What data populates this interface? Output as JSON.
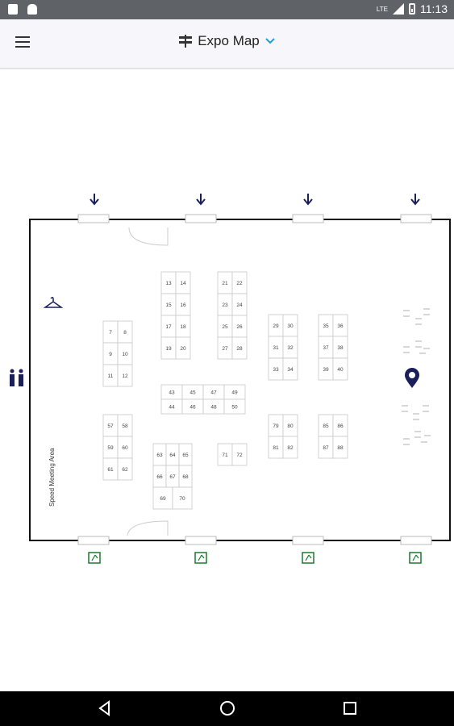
{
  "status_bar": {
    "time": "11:13",
    "network": "LTE"
  },
  "app_bar": {
    "title": "Expo Map"
  },
  "map": {
    "side_label": "Speed Meeting Area",
    "booth_columns": [
      {
        "rows": [
          [
            "13",
            "14"
          ],
          [
            "15",
            "16"
          ],
          [
            "17",
            "18"
          ],
          [
            "19",
            "20"
          ]
        ]
      },
      {
        "rows": [
          [
            "21",
            "22"
          ],
          [
            "23",
            "24"
          ],
          [
            "25",
            "26"
          ],
          [
            "27",
            "28"
          ]
        ]
      },
      {
        "rows": [
          [
            "7",
            "8"
          ],
          [
            "9",
            "10"
          ],
          [
            "11",
            "12"
          ]
        ]
      },
      {
        "rows": [
          [
            "29",
            "30"
          ],
          [
            "31",
            "32"
          ],
          [
            "33",
            "34"
          ]
        ]
      },
      {
        "rows": [
          [
            "35",
            "36"
          ],
          [
            "37",
            "38"
          ],
          [
            "39",
            "40"
          ]
        ]
      },
      {
        "rows": [
          [
            "43",
            "45",
            "47",
            "49"
          ],
          [
            "44",
            "46",
            "48",
            "50"
          ]
        ]
      },
      {
        "rows": [
          [
            "57",
            "58"
          ],
          [
            "59",
            "60"
          ],
          [
            "61",
            "62"
          ]
        ]
      },
      {
        "rows": [
          [
            "63",
            "64",
            "65"
          ],
          [
            "66",
            "67",
            "68"
          ],
          [
            "69",
            "70"
          ]
        ]
      },
      {
        "rows": [
          [
            "71",
            "72"
          ]
        ]
      },
      {
        "rows": [
          [
            "79",
            "80"
          ],
          [
            "81",
            "82"
          ]
        ]
      },
      {
        "rows": [
          [
            "85",
            "86"
          ],
          [
            "87",
            "88"
          ]
        ]
      }
    ]
  },
  "colors": {
    "status_bar": "#5f6368",
    "accent": "#1e9fe0",
    "marker": "#1a1f5c",
    "exit": "#1a7a2e"
  }
}
